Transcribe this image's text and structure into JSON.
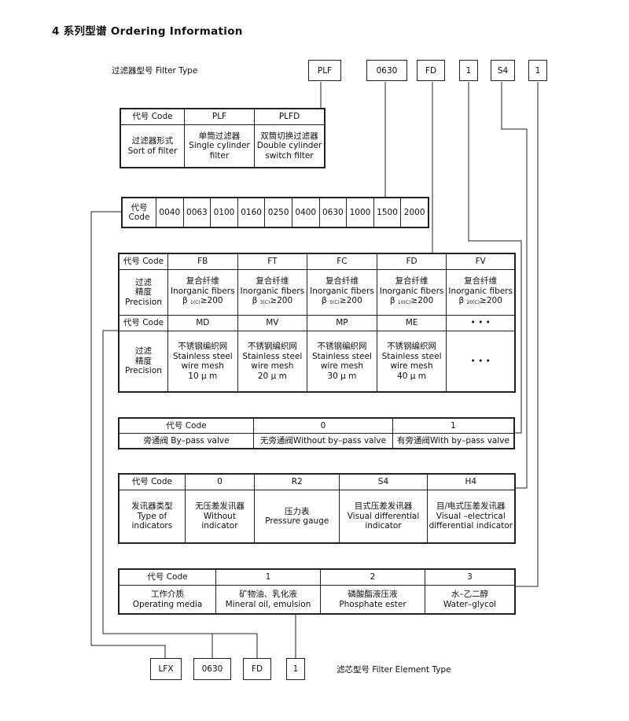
{
  "title": "4 系列型谱 Ordering Information",
  "filter_type_label": "过滤器型号  Filter Type",
  "element_type_label": "滤芯型号 Filter Element Type",
  "top_codes": [
    "PLF",
    "0630",
    "FD",
    "1",
    "S4",
    "1"
  ],
  "bottom_codes": [
    "LFX",
    "0630",
    "FD",
    "1"
  ],
  "sort_table": {
    "code_header": "代号  Code",
    "codes": [
      "PLF",
      "PLFD"
    ],
    "row_label": [
      "过滤器形式",
      "Sort of filter"
    ],
    "values": [
      [
        "单筒过滤器",
        "Single cylinder",
        "filter"
      ],
      [
        "双筒切换过滤器",
        "Double cylinder",
        "switch filter"
      ]
    ]
  },
  "size_table": {
    "code_header": [
      "代号",
      "Code"
    ],
    "sizes": [
      "0040",
      "0063",
      "0100",
      "0160",
      "0250",
      "0400",
      "0630",
      "1000",
      "1500",
      "2000"
    ]
  },
  "precision_table": {
    "code_header": "代号 Code",
    "row_label": [
      "过滤",
      "精度",
      "Precision"
    ],
    "codes_fiber": [
      "FB",
      "FT",
      "FC",
      "FD",
      "FV"
    ],
    "fiber_cn": "复合纤维",
    "fiber_en": "Inorganic fibers",
    "beta_symbol": "β",
    "beta_value": "≥200",
    "beta_subs": [
      "1(C)",
      "3(C)",
      "5(C)",
      "10(C)",
      "20(C)"
    ],
    "codes_mesh": [
      "MD",
      "MV",
      "MP",
      "ME",
      "• • •"
    ],
    "mesh_cn": "不锈钢编织网",
    "mesh_en1": "Stainless steel",
    "mesh_en2": "wire mesh",
    "mesh_sizes": [
      "10 μ m",
      "20 μ m",
      "30 μ m",
      "40 μ m"
    ],
    "mesh_more": "• • •"
  },
  "bypass_table": {
    "code_header": "代号 Code",
    "codes": [
      "0",
      "1"
    ],
    "values": [
      "旁通阀 By–pass valve",
      "无旁通阀Without by–pass valve",
      "有旁通阀With by–pass valve"
    ]
  },
  "indicator_table": {
    "code_header": "代号 Code",
    "codes": [
      "0",
      "R2",
      "S4",
      "H4"
    ],
    "row_label": [
      "发讯器类型",
      "Type of",
      "indicators"
    ],
    "values": [
      [
        "无压差发讯器",
        "Without",
        "indicator"
      ],
      [
        "压力表",
        "Pressure gauge"
      ],
      [
        "目式压差发讯器",
        "Visual differential",
        "indicator"
      ],
      [
        "目/电式压差发讯器",
        "Visual –electrical",
        "differential indicator"
      ]
    ]
  },
  "media_table": {
    "code_header": "代号  Code",
    "codes": [
      "1",
      "2",
      "3"
    ],
    "row_label": [
      "工作介质",
      "Operating media"
    ],
    "values": [
      [
        "矿物油、乳化液",
        "Mineral oil, emulsion"
      ],
      [
        "磷酸酯液压液",
        "Phosphate ester"
      ],
      [
        "水–乙二醇",
        "Water–glycol"
      ]
    ]
  }
}
